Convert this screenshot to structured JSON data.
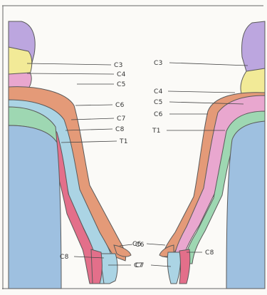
{
  "colors": {
    "C3": "#bca6df",
    "C4": "#f2ea97",
    "C5": "#e9a7cf",
    "C6": "#e49a78",
    "C7": "#abd4e4",
    "C8": "#e36f8a",
    "T1": "#9ed7b2",
    "trunk": "#9ec0e0"
  },
  "left_figure": {
    "labels": [
      "C3",
      "C4",
      "C5",
      "C6",
      "C7",
      "C8",
      "T1",
      "C6",
      "C8",
      "C7"
    ]
  },
  "right_figure": {
    "labels": [
      "C3",
      "C4",
      "C5",
      "C6",
      "T1",
      "C6",
      "C8",
      "C7"
    ]
  }
}
